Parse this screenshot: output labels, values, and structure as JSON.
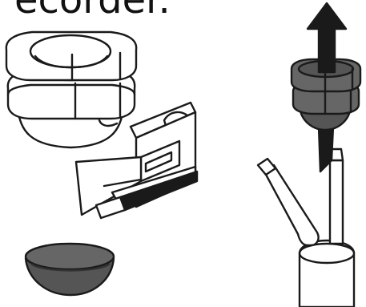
{
  "caption": {
    "text": "ecorder."
  },
  "illustration": {
    "left_panel": {
      "items": [
        "rubber-grommet",
        "utility-knife",
        "cut-off-cap"
      ]
    },
    "right_panel": {
      "items": [
        "up-arrow",
        "grommet-on-cable",
        "cable-with-two-wires"
      ]
    },
    "colors": {
      "line": "#1a1a1a",
      "grommet_light": "#ffffff",
      "grommet_dark": "#555555",
      "cap_dark": "#555555"
    }
  }
}
